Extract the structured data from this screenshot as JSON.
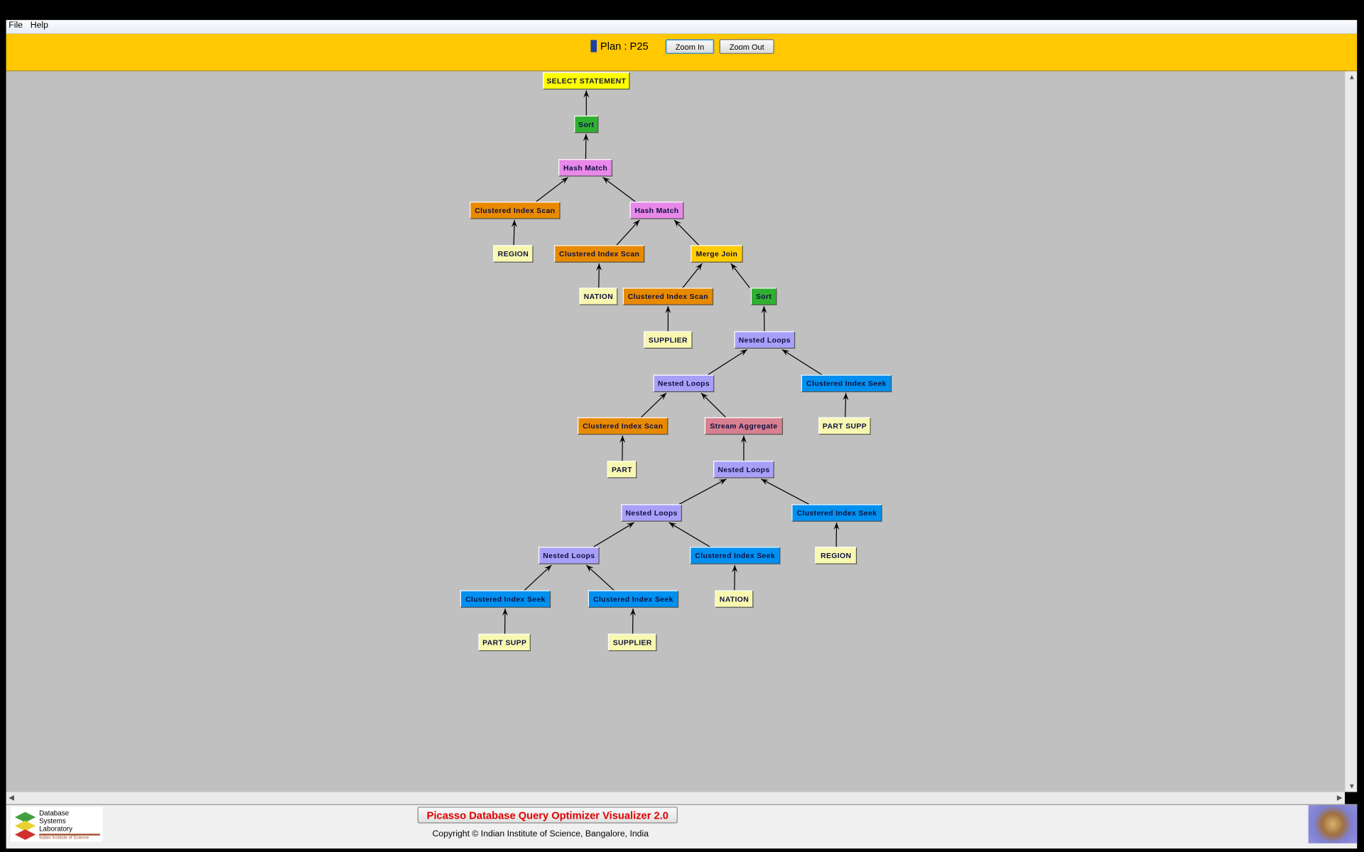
{
  "menu": [
    "File",
    "Help"
  ],
  "toolbar": {
    "plan_label": "Plan : P25",
    "plan_color": "#1e3fa0",
    "zoom_in": "Zoom In",
    "zoom_out": "Zoom Out"
  },
  "colors": {
    "select": "#ffff00",
    "sort": "#30b030",
    "hash": "#e888e8",
    "scan": "#e88a00",
    "table": "#f8f8b0",
    "merge": "#ffcc00",
    "loops": "#a8a0f8",
    "seek": "#0090f0",
    "agg": "#d88090"
  },
  "plan_nodes": [
    {
      "label": "SELECT STATEMENT",
      "type": "select",
      "parent": null
    },
    {
      "label": "Sort",
      "type": "sort",
      "parent": 0
    },
    {
      "label": "Hash Match",
      "type": "hash",
      "parent": 1
    },
    {
      "label": "Clustered Index Scan",
      "type": "scan",
      "parent": 2
    },
    {
      "label": "Hash Match",
      "type": "hash",
      "parent": 2
    },
    {
      "label": "REGION",
      "type": "table",
      "parent": 3
    },
    {
      "label": "Clustered Index Scan",
      "type": "scan",
      "parent": 4
    },
    {
      "label": "Merge Join",
      "type": "merge",
      "parent": 4
    },
    {
      "label": "NATION",
      "type": "table",
      "parent": 6
    },
    {
      "label": "Clustered Index Scan",
      "type": "scan",
      "parent": 7
    },
    {
      "label": "Sort",
      "type": "sort",
      "parent": 7
    },
    {
      "label": "SUPPLIER",
      "type": "table",
      "parent": 9
    },
    {
      "label": "Nested Loops",
      "type": "loops",
      "parent": 10
    },
    {
      "label": "Nested Loops",
      "type": "loops",
      "parent": 12
    },
    {
      "label": "Clustered Index Seek",
      "type": "seek",
      "parent": 12
    },
    {
      "label": "Clustered Index Scan",
      "type": "scan",
      "parent": 13
    },
    {
      "label": "Stream Aggregate",
      "type": "agg",
      "parent": 13
    },
    {
      "label": "PART SUPP",
      "type": "table",
      "parent": 14
    },
    {
      "label": "PART",
      "type": "table",
      "parent": 15
    },
    {
      "label": "Nested Loops",
      "type": "loops",
      "parent": 16
    },
    {
      "label": "Nested Loops",
      "type": "loops",
      "parent": 19
    },
    {
      "label": "Clustered Index Seek",
      "type": "seek",
      "parent": 19
    },
    {
      "label": "Nested Loops",
      "type": "loops",
      "parent": 20
    },
    {
      "label": "Clustered Index Seek",
      "type": "seek",
      "parent": 20
    },
    {
      "label": "REGION",
      "type": "table",
      "parent": 21
    },
    {
      "label": "Clustered Index Seek",
      "type": "seek",
      "parent": 22
    },
    {
      "label": "Clustered Index Seek",
      "type": "seek",
      "parent": 22
    },
    {
      "label": "NATION",
      "type": "table",
      "parent": 23
    },
    {
      "label": "PART SUPP",
      "type": "table",
      "parent": 25
    },
    {
      "label": "SUPPLIER",
      "type": "table",
      "parent": 26
    }
  ],
  "footer": {
    "logo_text": "Database Systems Laboratory",
    "logo_sub": "Indian Institute of Science",
    "title": "Picasso Database Query Optimizer Visualizer 2.0",
    "copyright": "Copyright © Indian Institute of Science, Bangalore, India"
  }
}
